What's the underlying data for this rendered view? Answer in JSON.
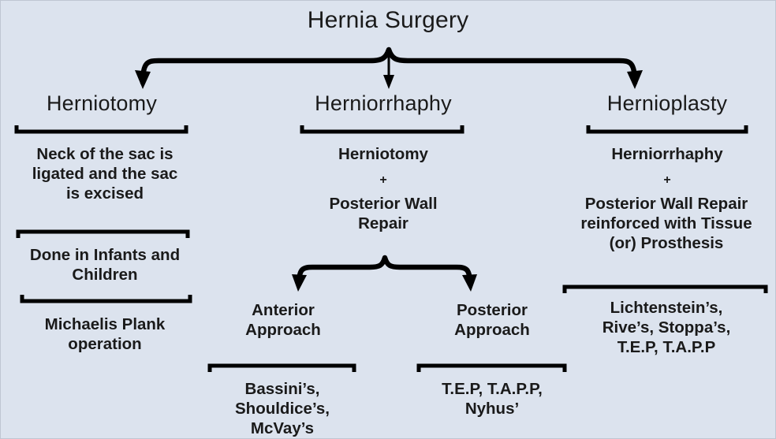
{
  "diagram": {
    "title": "Hernia Surgery",
    "background_color": "#dce3ee",
    "line_color": "#000000",
    "text_color": "#1a1a1a",
    "branches": [
      {
        "id": "herniotomy",
        "title": "Herniotomy",
        "blocks": [
          "Neck of the sac is\nligated and the sac\nis excised",
          "Done in Infants and\nChildren",
          "Michaelis Plank\noperation"
        ]
      },
      {
        "id": "herniorrhaphy",
        "title": "Herniorrhaphy",
        "blocks": [
          "Herniotomy",
          "+",
          "Posterior Wall\nRepair"
        ],
        "sub_branches": [
          {
            "id": "anterior-approach",
            "title": "Anterior\nApproach",
            "examples": "Bassini’s,\nShouldice’s, McVay’s"
          },
          {
            "id": "posterior-approach",
            "title": "Posterior\nApproach",
            "examples": "T.E.P, T.A.P.P,\nNyhus’"
          }
        ]
      },
      {
        "id": "hernioplasty",
        "title": "Hernioplasty",
        "blocks": [
          "Herniorrhaphy",
          "+",
          "Posterior Wall  Repair\nreinforced with Tissue\n(or) Prosthesis"
        ],
        "examples": "Lichtenstein’s,\nRive’s, Stoppa’s,\nT.E.P, T.A.P.P"
      }
    ]
  }
}
